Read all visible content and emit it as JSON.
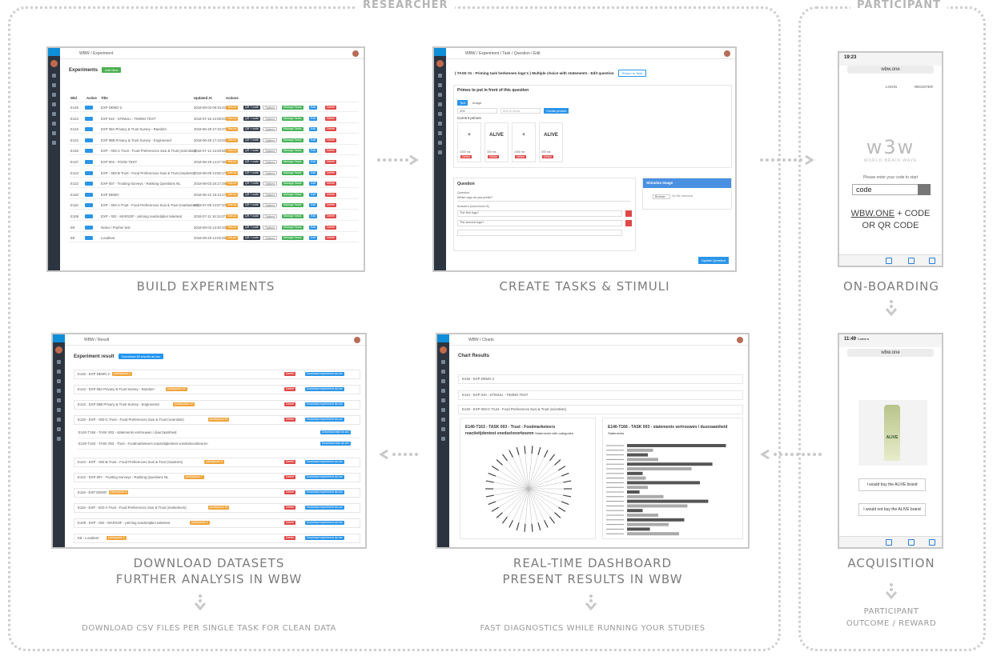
{
  "sections": {
    "researcher": "RESEARCHER",
    "participant": "PARTICIPANT"
  },
  "captions": {
    "build": "BUILD EXPERIMENTS",
    "create": "CREATE TASKS & STIMULI",
    "onboarding": "ON-BOARDING",
    "acquisition": "ACQUISITION",
    "download_line1": "DOWNLOAD DATASETS",
    "download_line2": "FURTHER ANALYSIS IN WBW",
    "dashboard_line1": "REAL-TIME DASHBOARD",
    "dashboard_line2": "PRESENT RESULTS IN WBW",
    "participant_line1": "PARTICIPANT",
    "participant_line2": "OUTCOME / REWARD"
  },
  "subcaptions": {
    "download": "DOWNLOAD CSV FILES PER SINGLE TASK FOR CLEAN DATA",
    "dashboard": "FAST DIAGNOSTICS WHILE RUNNING YOUR STUDIES"
  },
  "build_shot": {
    "breadcrumb": "WBW / Experiment",
    "title": "Experiments",
    "add_label": "Add New",
    "columns": [
      "Wid",
      "Active",
      "Title",
      "Updated At",
      "Actions"
    ],
    "rows": [
      {
        "id": "E145",
        "title": "EXP DEMO 2",
        "date": "2018-08-03 08:15:42"
      },
      {
        "id": "E144",
        "title": "EXP 010 - STIMULI - TIMING TEST",
        "date": "2018-07-18 12:08:04"
      },
      {
        "id": "E143",
        "title": "EXP 08A Privacy & Trust Survey - Random",
        "date": "2018-06-28 17:10:27"
      },
      {
        "id": "E142",
        "title": "EXP 08B Privacy & Trust Survey - Engineered",
        "date": "2018-06-28 17:13:03"
      },
      {
        "id": "E140",
        "title": "EXP - 003-C Trust - Food Preferences Susi & Trust (scientists)",
        "date": "2018-07-12 13:29:58"
      },
      {
        "id": "E137",
        "title": "EXP 003 - FOOD TEST",
        "date": "2018-06-29 14:27:35"
      },
      {
        "id": "E124",
        "title": "EXP - 003-B Trust - Food Preferences Susi & Trust (students)",
        "date": "2018-05-09 14:56:17"
      },
      {
        "id": "E122",
        "title": "EXP 007 - Trusting Surveys - Ranking Questions NL",
        "date": "2018-08-03 16:17:28"
      },
      {
        "id": "E118",
        "title": "EXP DEMO",
        "date": "2018-06-22 15:13:17"
      },
      {
        "id": "E116",
        "title": "EXP - 003-A Trust - Food Preferences Susi & Trust (marketeers)",
        "date": "2018-07-09 14:57:20"
      },
      {
        "id": "E108",
        "title": "EXP - 002 - MARSOF - priming reactietijden talentest",
        "date": "2018-07-11 16:11:07"
      },
      {
        "id": "E9",
        "title": "Notes / Pusher test",
        "date": "2018-08-03 13:40:33"
      },
      {
        "id": "E8",
        "title": "Localtest",
        "date": "2018-09-28 14:03:28"
      }
    ],
    "actions": [
      "Test url",
      "QR + code",
      "Options",
      "Manage Tasks",
      "Edit",
      "Delete"
    ]
  },
  "create_shot": {
    "breadcrumb": "WBW / Experiment / Task / Question / Edit",
    "title": "( TASK 01 - Priming task herkennen logo's ) Multiple choice with statements - Edit question",
    "return_label": "Return to Task",
    "primes_title": "Primes to put in front of this question",
    "tabs": [
      "Text",
      "Image"
    ],
    "duration": "200",
    "text_placeholder": "text to show",
    "create_primes": "Create primes",
    "current_primes": "Current primes",
    "primes": [
      {
        "label": "+",
        "ms": "1000 ms"
      },
      {
        "label": "ALIVE",
        "ms": "300 ms"
      },
      {
        "label": "+",
        "ms": "1000 ms"
      },
      {
        "label": "ALIVE",
        "ms": "300 ms"
      }
    ],
    "delete_label": "Delete",
    "question_title": "Question",
    "question_label": "Question",
    "question_value": "Which logo do you prefer?",
    "answers_label": "Answers (maxchunk=8)",
    "answers": [
      "The first logo?",
      "The second logo?"
    ],
    "stimulus_title": "Stimulus Image",
    "browse": "Browse...",
    "no_file": "No file selected.",
    "update_button": "Update Question"
  },
  "download_shot": {
    "breadcrumb": "WBW / Result",
    "title": "Experiment result",
    "download_all": "Download All results as csv",
    "rows": [
      {
        "label": "E145 - EXP DEMO 2",
        "badge": "2"
      },
      {
        "label": "E143 - EXP 08A Privacy & Trust Survey - Random",
        "badge": "28"
      },
      {
        "label": "E142 - EXP 08B Privacy & Trust Survey - Engineered",
        "badge": "10"
      },
      {
        "label": "E140 - EXP - 003-C Trust - Food Preferences Susi & Trust (scientists)",
        "badge": "61"
      }
    ],
    "sub_rows": [
      "E140-T166 - TASK 003 - statements vertrouwen / duurzaamheid",
      "E140-T163 - TASK 003 - Trust - Foodmarketeers reactietijdentest voedselvoorkeuren"
    ],
    "rows_after": [
      {
        "label": "E124 - EXP - 003-B Trust - Food Preferences Susi & Trust (students)",
        "badge": "5"
      },
      {
        "label": "E122 - EXP 007 - Trusting Surveys - Ranking Questions NL",
        "badge": "7"
      },
      {
        "label": "E118 - EXP DEMO",
        "badge": "4"
      },
      {
        "label": "E116 - EXP - 003-A Trust - Food Preferences Susi & Trust (marketeers)",
        "badge": "16"
      },
      {
        "label": "E108 - EXP - 002 - MARSOF - priming reactietijden talentest",
        "badge": "3"
      },
      {
        "label": "E8 - Localtest",
        "badge": "2"
      }
    ],
    "participants_label": "participants",
    "delete_label": "Delete",
    "download_csv": "Download experiment as csv",
    "download_task": "Download task as csv"
  },
  "dashboard_shot": {
    "breadcrumb": "WBW / Charts",
    "title": "Chart Results",
    "items": [
      "E145 - EXP DEMO 2",
      "E144 - EXP 010 - STIMULI - TIMING TEST",
      "E140 - EXP 003-C Trust - Food Preferences Susi & Trust (scientists)"
    ],
    "chart_left_title": "E140-T163 - TASK 003 - Trust - Foodmarketeers reactietijdentest voedselvoorkeuren",
    "chart_left_sub": "Statements with categories",
    "chart_right_title": "E140-T166 - TASK 003 - statements vertrouwen / duurzaamheid",
    "chart_right_sub": "Statements"
  },
  "onboarding_phone": {
    "time": "19:23",
    "url": "wbw.one",
    "login": "LOGIN",
    "register": "REGISTER",
    "logo": "w3w",
    "logo_sub": "WORLD BRAIN WAVE",
    "prompt": "Please enter your code to start",
    "code_value": "code",
    "link_text": "WBW.ONE",
    "link_rest": " + CODE",
    "line2": "OR QR CODE"
  },
  "acquisition_phone": {
    "time": "11:49",
    "back": "Camera",
    "url": "wbw.one",
    "bottle_label": "ALIVE",
    "option1": "I would buy the ALIVE brand",
    "option2": "I would not buy the ALIVE brand"
  },
  "colors": {
    "panel_border": "#cfcfcf",
    "sidebar": "#2c3440",
    "accent_blue": "#2b95e8",
    "accent_green": "#47b35a",
    "accent_orange": "#f0a43a",
    "accent_red": "#e04848"
  }
}
